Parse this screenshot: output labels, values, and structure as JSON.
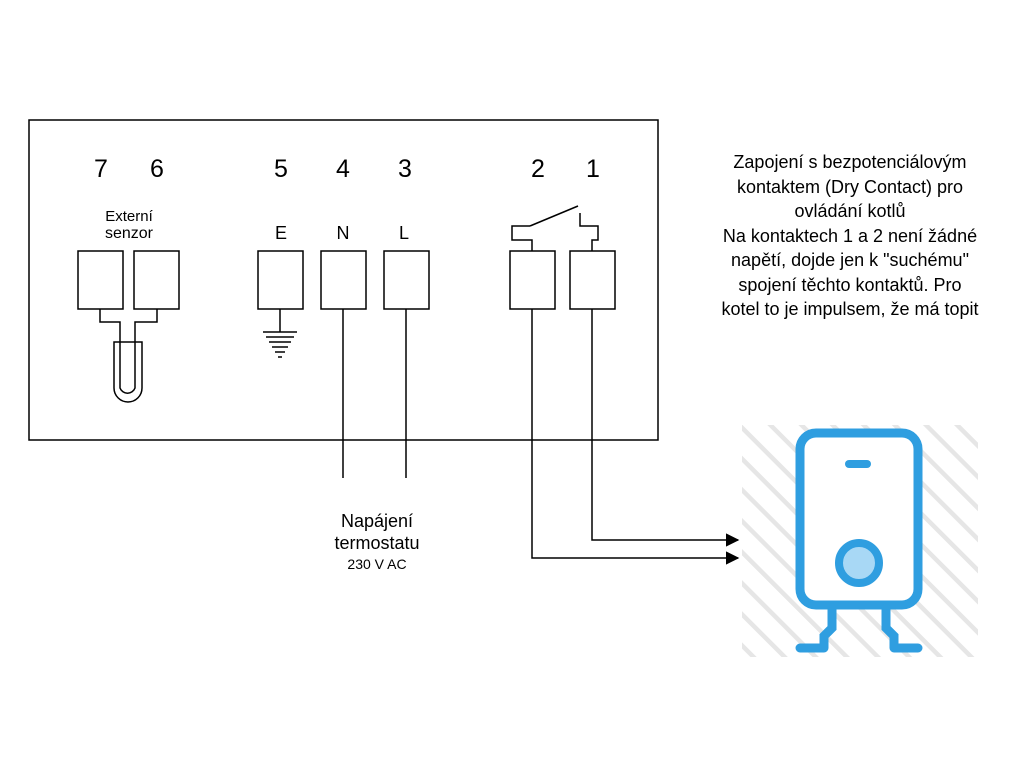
{
  "terminals": {
    "numbers": [
      "7",
      "6",
      "5",
      "4",
      "3",
      "2",
      "1"
    ],
    "labels": {
      "earth": "E",
      "neutral": "N",
      "live": "L"
    }
  },
  "sensor": {
    "line1": "Externí",
    "line2": "senzor"
  },
  "power": {
    "line1": "Napájení",
    "line2": "termostatu",
    "line3": "230 V AC"
  },
  "note": {
    "lines": [
      "Zapojení s bezpotenciálovým",
      "kontaktem (Dry Contact) pro",
      "ovládání kotlů",
      "Na kontaktech 1 a 2 není žádné",
      "napětí, dojde jen k \"suchému\"",
      "spojení těchto kontaktů. Pro",
      "kotel to je impulsem, že má topit"
    ]
  },
  "colors": {
    "boiler_icon": "#2f9ee0",
    "boiler_fill": "#a8d8f5",
    "wires": "#000000",
    "hatch": "#e6e6e6"
  },
  "icons": {
    "boiler": "boiler-icon",
    "ground": "ground-symbol",
    "sensor": "temperature-probe"
  }
}
